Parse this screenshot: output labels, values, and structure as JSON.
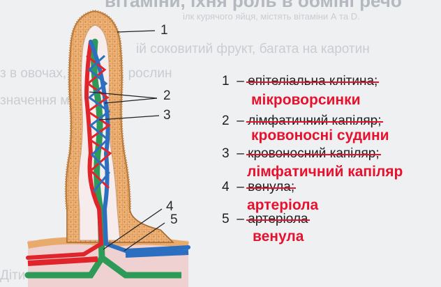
{
  "background_text": {
    "title": "вітаміни, їхня роль в обміні речо",
    "subtitle": "ілк курячого яйця, містять вітаміни А та D.",
    "line1": "ій соковитий фрукт, багата на каротин",
    "line2": "з в овочах, фруктах, рослин",
    "line3": "значення мають",
    "line4": "Діти"
  },
  "callouts": {
    "c1": "1",
    "c2": "2",
    "c3": "3",
    "c4": "4",
    "c5": "5"
  },
  "legend": [
    {
      "num": "1",
      "dash": "–",
      "original": "епітеліальна клітина;",
      "correction": "мікроворсинки"
    },
    {
      "num": "2",
      "dash": "–",
      "original": "лімфатичний капіляр;",
      "correction": "кровоносні судини"
    },
    {
      "num": "3",
      "dash": "–",
      "original": "кровоносний капіляр;",
      "correction": "лімфатичний капіляр"
    },
    {
      "num": "4",
      "dash": "–",
      "original": "венула;",
      "correction": "артеріола"
    },
    {
      "num": "5",
      "dash": "–",
      "original": "артеріола",
      "correction": "венула"
    }
  ],
  "colors": {
    "epithelium": "#e9ab6c",
    "epithelium_edge": "#b57437",
    "artery": "#e0242c",
    "vein": "#2c6fc1",
    "lymph": "#2e9a57",
    "correction": "#e8112d"
  }
}
